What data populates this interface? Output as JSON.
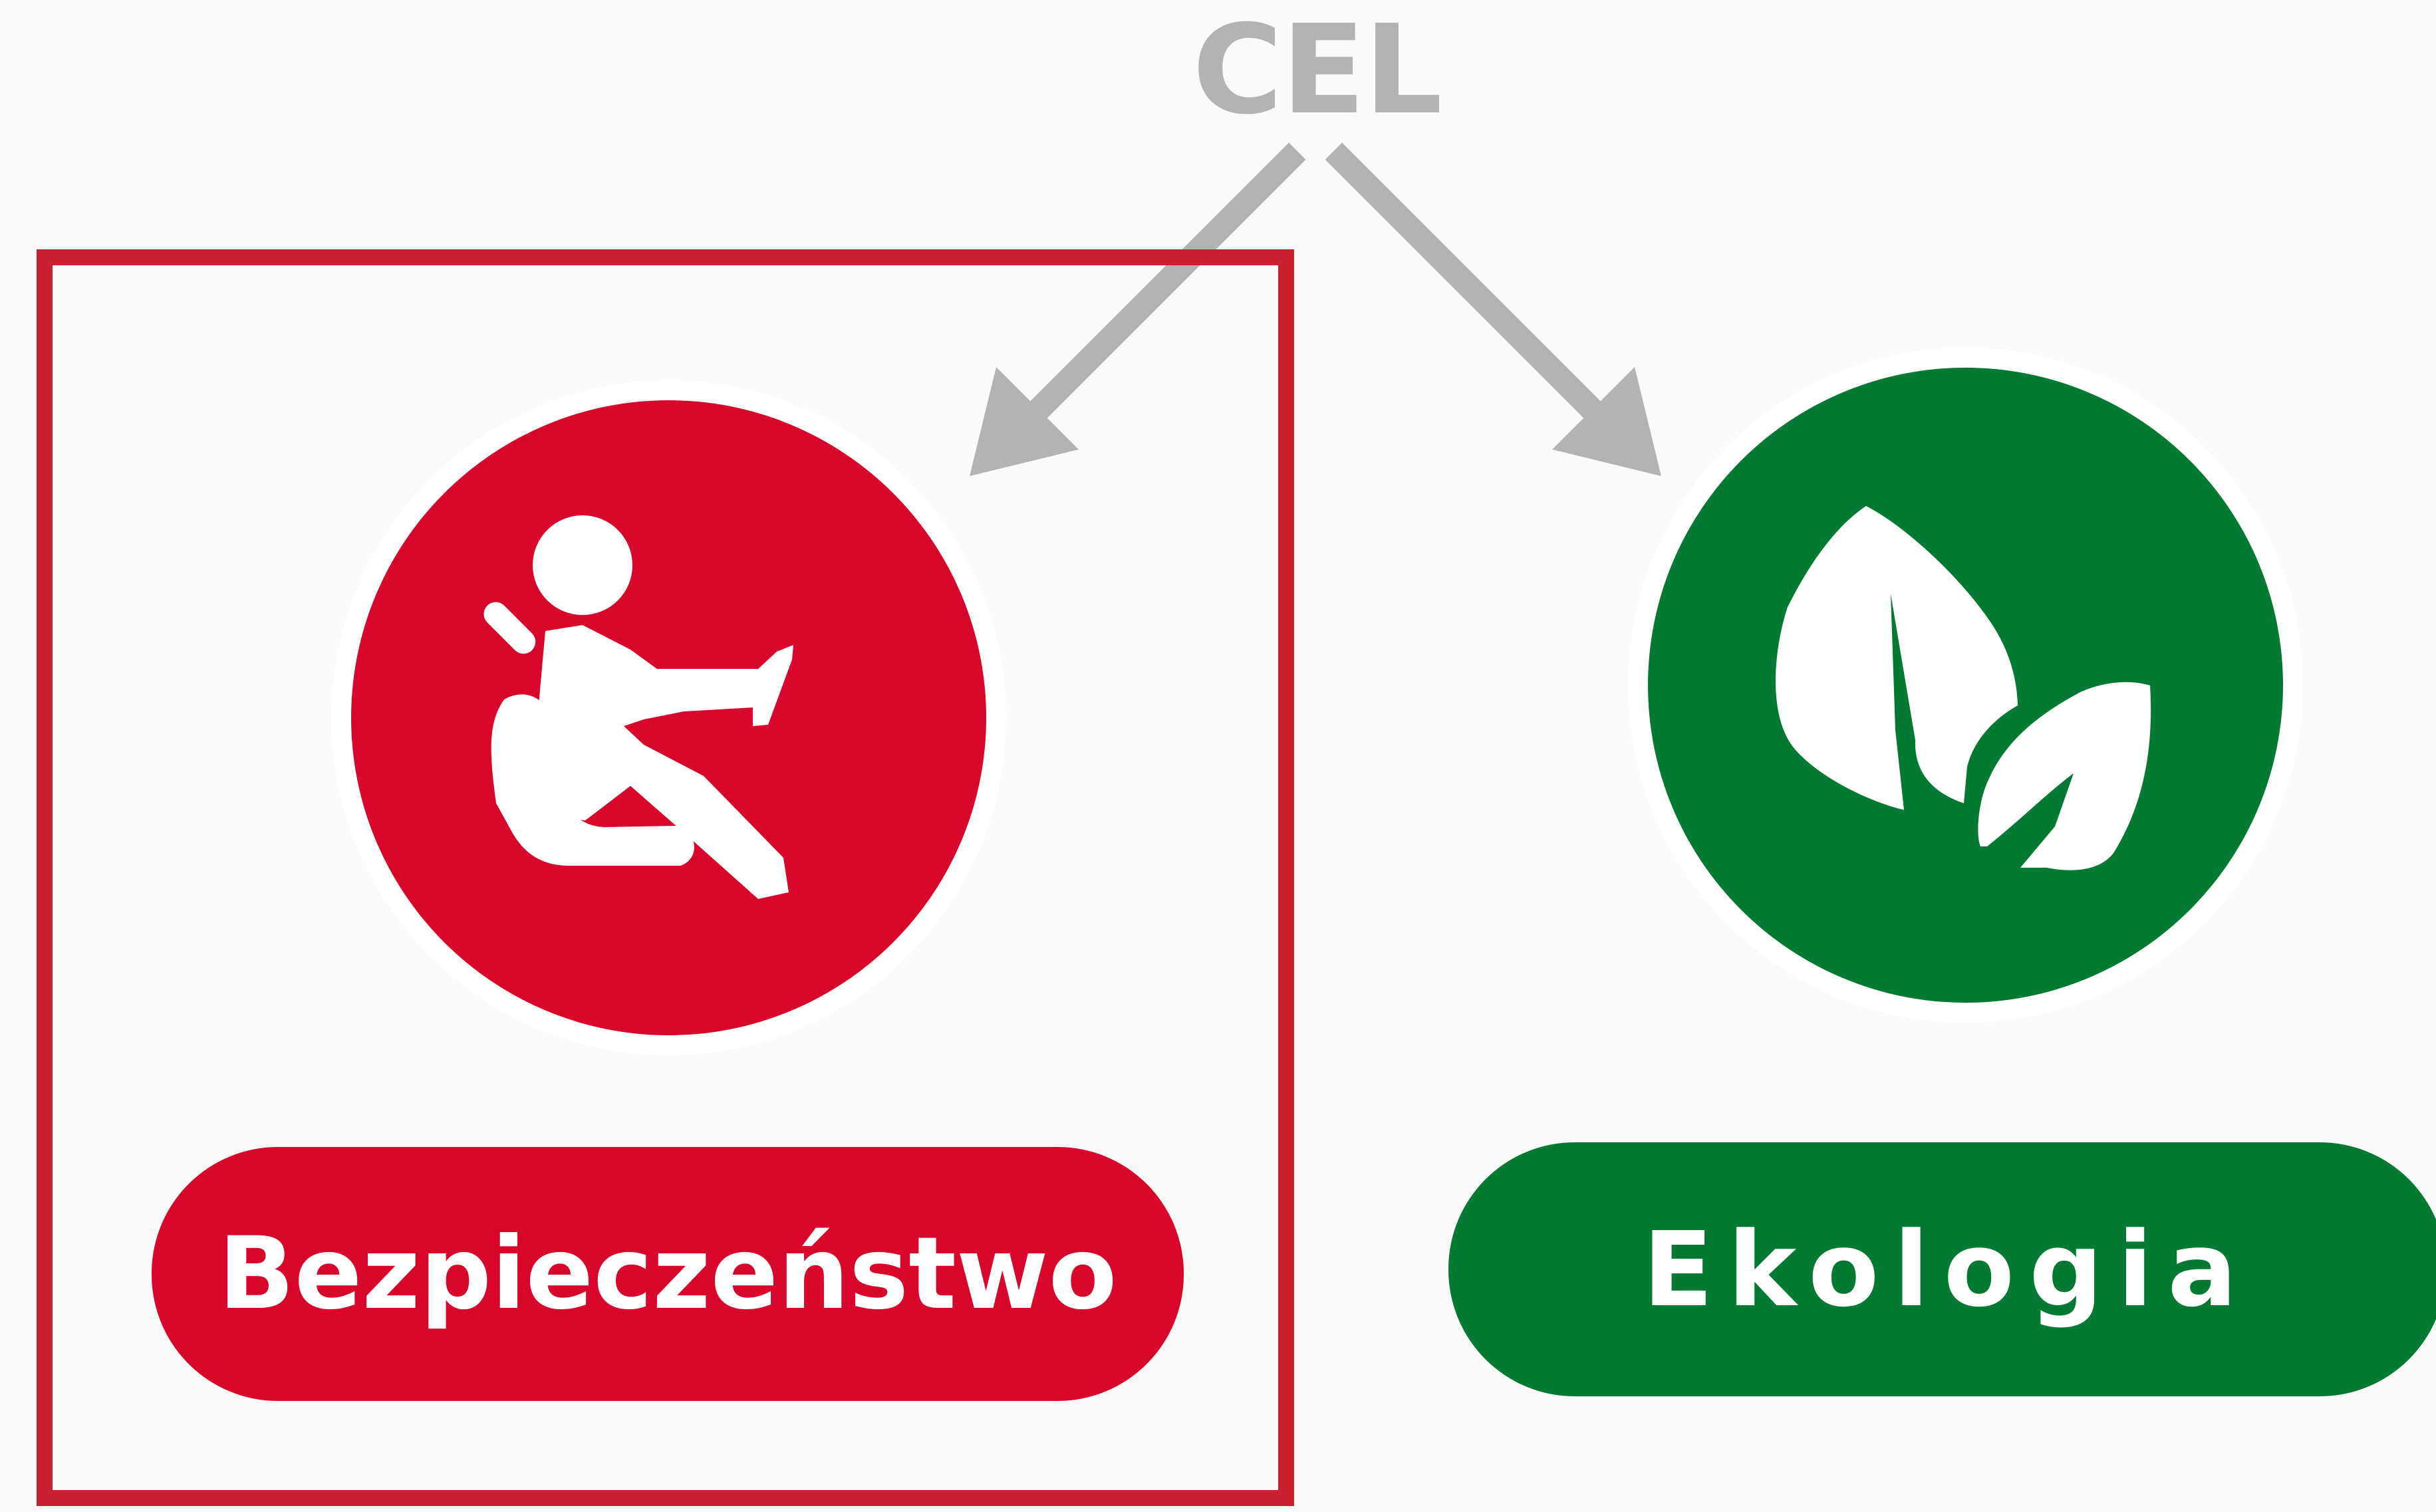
{
  "diagram": {
    "root": {
      "label": "CEL",
      "color": "#b3b3b3"
    },
    "branches": [
      {
        "label": "Bezpieczeństwo",
        "icon": "car-seat-passenger-icon",
        "color": "#d9062b",
        "selected": true
      },
      {
        "label": "Ekologia",
        "icon": "leaves-icon",
        "color": "#037934",
        "selected": false
      }
    ],
    "selection_color": "#c8202e",
    "arrow_color": "#b3b3b3"
  }
}
